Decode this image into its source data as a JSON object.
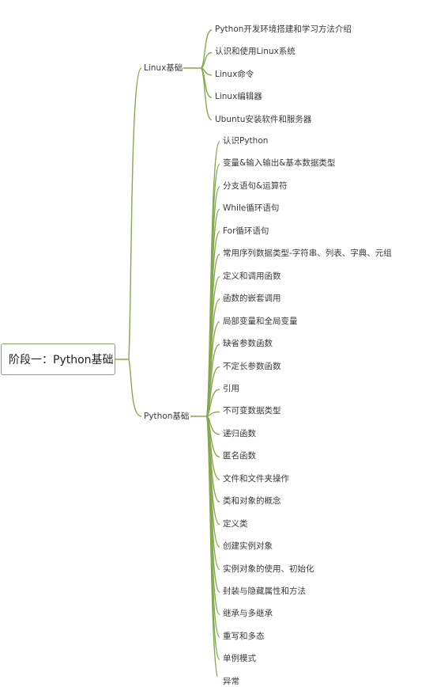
{
  "mindmap": {
    "root": {
      "label": "阶段一：Python基础"
    },
    "line_color": "#86a84e",
    "branches": [
      {
        "label": "Linux基础",
        "children": [
          "Python开发环境搭建和学习方法介绍",
          "认识和使用Linux系统",
          "Linux命令",
          "Linux编辑器",
          "Ubuntu安装软件和服务器"
        ]
      },
      {
        "label": "Python基础",
        "children": [
          "认识Python",
          "变量&输入输出&基本数据类型",
          "分支语句&运算符",
          "While循环语句",
          "For循环语句",
          "常用序列数据类型-字符串、列表、字典、元组",
          "定义和调用函数",
          "函数的嵌套调用",
          "局部变量和全局变量",
          "缺省参数函数",
          "不定长参数函数",
          "引用",
          "不可变数据类型",
          "递归函数",
          "匿名函数",
          "文件和文件夹操作",
          "类和对象的概念",
          "定义类",
          "创建实例对象",
          "实例对象的使用、初始化",
          "封装与隐藏属性和方法",
          "继承与多继承",
          "重写和多态",
          "单例模式",
          "异常"
        ]
      }
    ]
  }
}
